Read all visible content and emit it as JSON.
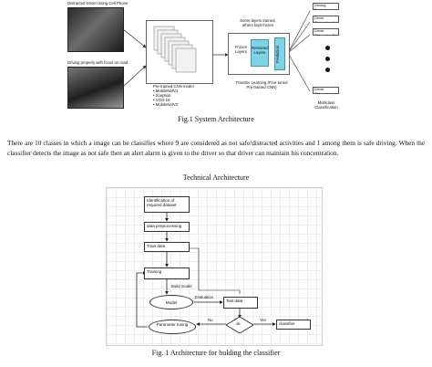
{
  "fig1_top": {
    "photo1_label": "Distracted Driver Using Cell Phone",
    "photo2_label": "Driving properly with focus on road",
    "cnn_caption": [
      "Pre-trained CNN model",
      "• MobileNetV1",
      "• Xception",
      "• VGG-16",
      "• MobileNetV2"
    ],
    "layers_note": [
      "Some layers trained,",
      "others kept frozen"
    ],
    "frozen_label": "Frozen Layers",
    "retrained_label": "Retrained Layers",
    "prediction_label": "Prediction",
    "transfer_caption": [
      "Transfer Learning (Fine-tuned",
      "Pre-trained CNN)"
    ],
    "classes": [
      "Driving Properly",
      "Driver Distraction 1",
      "Driver Distraction 2",
      "Driver Distraction k"
    ],
    "multiclass_caption": [
      "Multiclass",
      "Classification"
    ],
    "caption": "Fig.1   System Architecture"
  },
  "paragraph": "There are 10 classes in which a image can be classifies where 9 are considered as not safe/distracted activities and 1 among them is safe driving. When the classifier detects the image as not safe then an alert alarm is given to the driver so that driver can maintain his concentration.",
  "tech_title": "Technical Architecture",
  "flow": {
    "identification": "Identification of required dataset",
    "preprocessing": "data preprocessing",
    "train": "Train data",
    "training": "Training",
    "build_model": "Build model",
    "model": "Model",
    "evaluation": "Evaluation",
    "test": "Test data",
    "ok": "ok",
    "yes": "Yes",
    "no": "No",
    "classifier": "classifier",
    "parameter": "Parameter tuning"
  },
  "fig2_caption": "Fig. 1   Architecture for bulding the classifier"
}
